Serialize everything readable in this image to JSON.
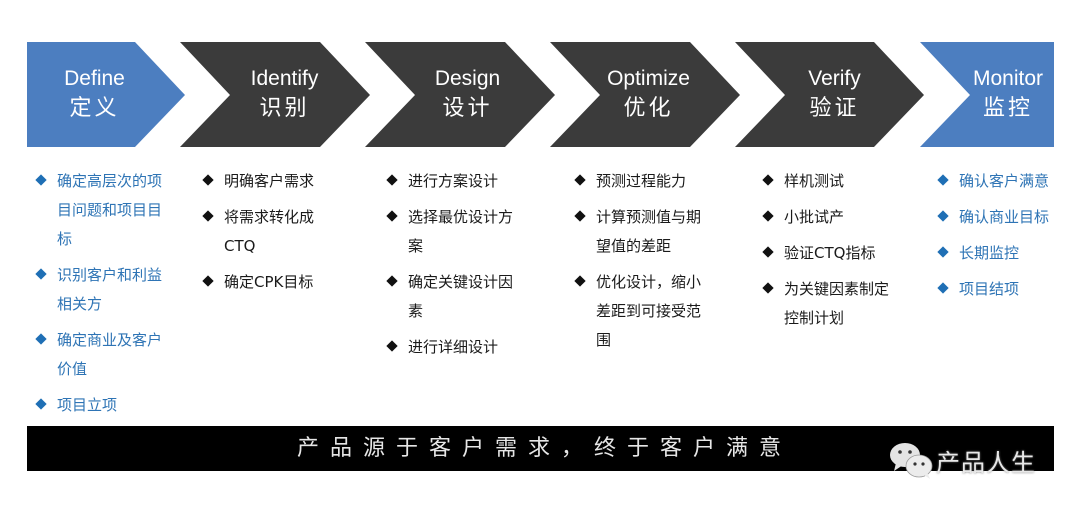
{
  "colors": {
    "accent_blue": "#4c7ec0",
    "dark_step": "#3b3b3b",
    "blue_text": "#2e74b5",
    "bar_bg": "#000000"
  },
  "steps": [
    {
      "en": "Define",
      "cn": "定义",
      "style": "blue",
      "items": [
        "确定高层次的项目问题和项目目标",
        "识别客户和利益相关方",
        "确定商业及客户价值",
        "项目立项"
      ]
    },
    {
      "en": "Identify",
      "cn": "识别",
      "style": "dark",
      "items": [
        "明确客户需求",
        "将需求转化成CTQ",
        "确定CPK目标"
      ]
    },
    {
      "en": "Design",
      "cn": "设计",
      "style": "dark",
      "items": [
        "进行方案设计",
        "选择最优设计方案",
        "确定关键设计因素",
        "进行详细设计"
      ]
    },
    {
      "en": "Optimize",
      "cn": "优化",
      "style": "dark",
      "items": [
        "预测过程能力",
        "计算预测值与期望值的差距",
        "优化设计，缩小差距到可接受范围"
      ]
    },
    {
      "en": "Verify",
      "cn": "验证",
      "style": "dark",
      "items": [
        "样机测试",
        "小批试产",
        "验证CTQ指标",
        "为关键因素制定控制计划"
      ]
    },
    {
      "en": "Monitor",
      "cn": "监控",
      "style": "blue",
      "items": [
        "确认客户满意",
        "确认商业目标",
        "长期监控",
        "项目结项"
      ]
    }
  ],
  "footer": {
    "slogan": "产品源于客户需求，终于客户满意",
    "watermark": "产品人生",
    "watermark_icon": "wechat-icon"
  }
}
